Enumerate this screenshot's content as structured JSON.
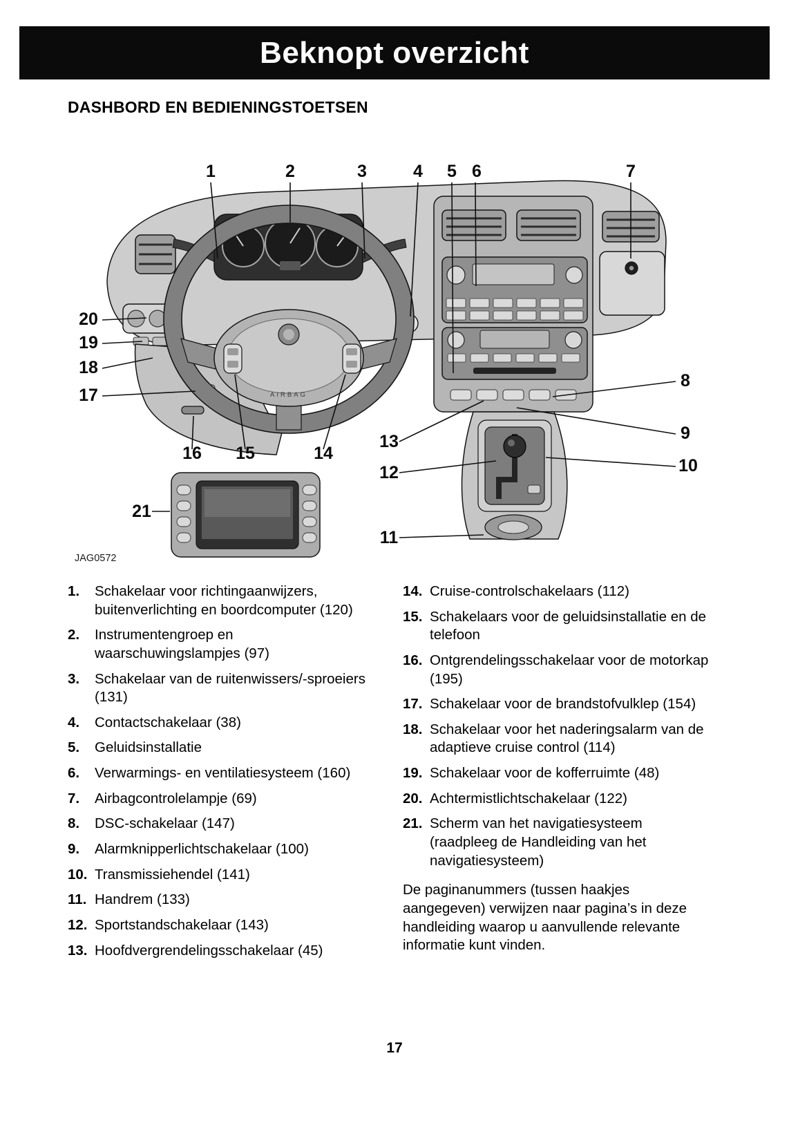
{
  "header": {
    "title": "Beknopt overzicht"
  },
  "section": {
    "title": "DASHBORD EN BEDIENINGSTOETSEN"
  },
  "figure": {
    "code": "JAG0572",
    "airbag_label": "AIRBAG",
    "callouts": [
      "1",
      "2",
      "3",
      "4",
      "5",
      "6",
      "7",
      "8",
      "9",
      "10",
      "11",
      "12",
      "13",
      "14",
      "15",
      "16",
      "17",
      "18",
      "19",
      "20",
      "21"
    ]
  },
  "legend": {
    "left": [
      {
        "num": "1.",
        "text": "Schakelaar voor richtingaanwijzers, buitenverlichting en boordcomputer (120)"
      },
      {
        "num": "2.",
        "text": "Instrumentengroep en waarschuwingslampjes (97)"
      },
      {
        "num": "3.",
        "text": "Schakelaar van de ruitenwissers/-sproeiers (131)"
      },
      {
        "num": "4.",
        "text": "Contactschakelaar (38)"
      },
      {
        "num": "5.",
        "text": "Geluidsinstallatie"
      },
      {
        "num": "6.",
        "text": "Verwarmings- en ventilatiesysteem (160)"
      },
      {
        "num": "7.",
        "text": "Airbagcontrolelampje (69)"
      },
      {
        "num": "8.",
        "text": "DSC-schakelaar (147)"
      },
      {
        "num": "9.",
        "text": "Alarmknipperlichtschakelaar (100)"
      },
      {
        "num": "10.",
        "text": "Transmissiehendel (141)"
      },
      {
        "num": "11.",
        "text": "Handrem (133)"
      },
      {
        "num": "12.",
        "text": "Sportstandschakelaar (143)"
      },
      {
        "num": "13.",
        "text": "Hoofdvergrendelingsschakelaar (45)"
      }
    ],
    "right": [
      {
        "num": "14.",
        "text": "Cruise-controlschakelaars (112)"
      },
      {
        "num": "15.",
        "text": "Schakelaars voor de geluidsinstallatie en de telefoon"
      },
      {
        "num": "16.",
        "text": "Ontgrendelingsschakelaar voor de motorkap (195)"
      },
      {
        "num": "17.",
        "text": "Schakelaar voor de brandstofvulklep (154)"
      },
      {
        "num": "18.",
        "text": "Schakelaar voor het naderingsalarm van de adaptieve cruise control (114)"
      },
      {
        "num": "19.",
        "text": "Schakelaar voor de kofferruimte (48)"
      },
      {
        "num": "20.",
        "text": "Achtermistlichtschakelaar (122)"
      },
      {
        "num": "21.",
        "text": "Scherm van het navigatiesysteem (raadpleeg de Handleiding van het navigatiesysteem)"
      }
    ],
    "note": "De paginanummers (tussen haakjes aangegeven) verwijzen naar pagina’s in deze handleiding waarop u aanvullende relevante informatie kunt vinden."
  },
  "footer": {
    "page_number": "17"
  }
}
